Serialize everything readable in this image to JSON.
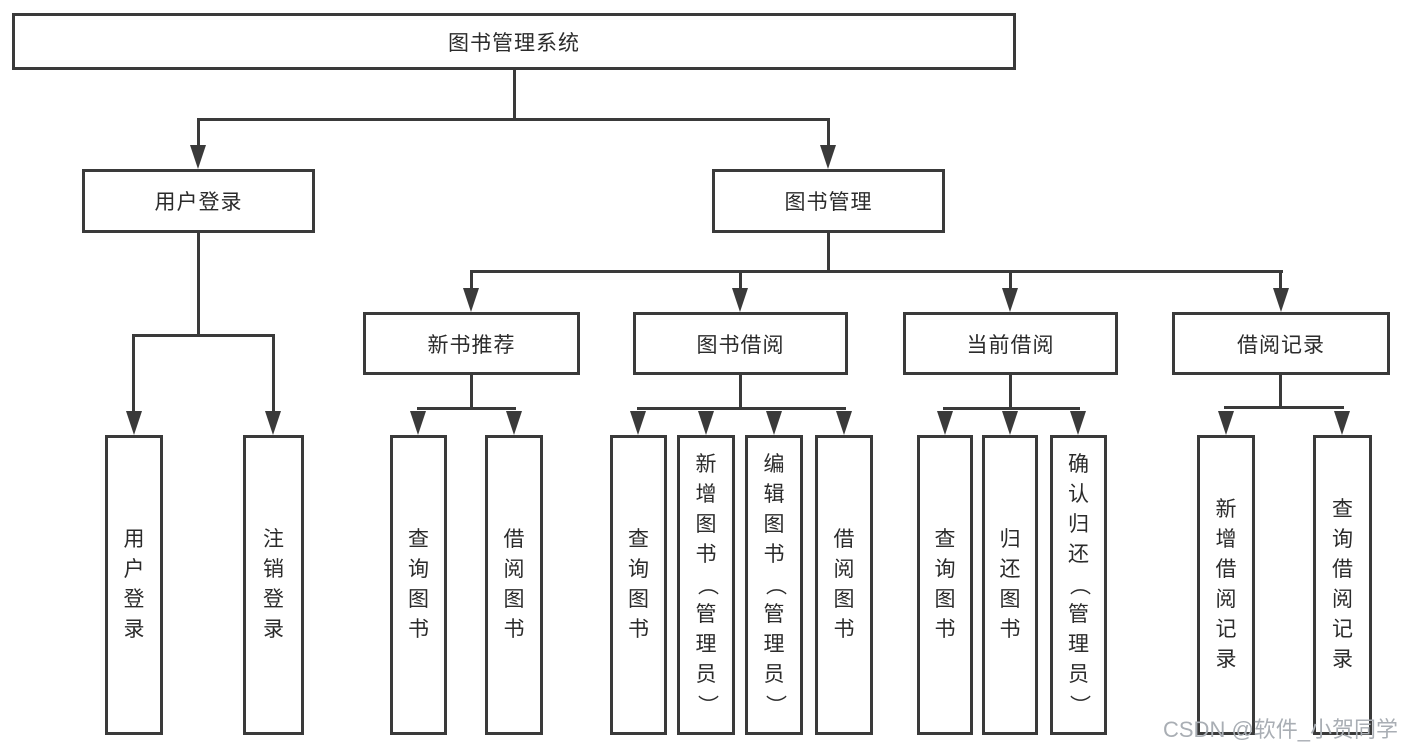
{
  "diagram": {
    "root": {
      "label": "图书管理系统"
    },
    "level2": {
      "user_login": {
        "label": "用户登录"
      },
      "book_mgmt": {
        "label": "图书管理"
      }
    },
    "level3": {
      "new_books": {
        "label": "新书推荐"
      },
      "book_borrow": {
        "label": "图书借阅"
      },
      "current_borrow": {
        "label": "当前借阅"
      },
      "borrow_records": {
        "label": "借阅记录"
      }
    },
    "leaves": {
      "user_login": {
        "label": "用户登录"
      },
      "logout": {
        "label": "注销登录"
      },
      "nb_query_books": {
        "label": "查询图书"
      },
      "nb_borrow_books": {
        "label": "借阅图书"
      },
      "bb_query_books": {
        "label": "查询图书"
      },
      "bb_add_books": {
        "label": "新增图书（管理员）"
      },
      "bb_edit_books": {
        "label": "编辑图书（管理员）"
      },
      "bb_borrow_books": {
        "label": "借阅图书"
      },
      "cb_query_books": {
        "label": "查询图书"
      },
      "cb_return_books": {
        "label": "归还图书"
      },
      "cb_confirm_return": {
        "label": "确认归还（管理员）"
      },
      "br_add_record": {
        "label": "新增借阅记录"
      },
      "br_query_record": {
        "label": "查询借阅记录"
      }
    }
  },
  "watermark": {
    "text": "CSDN @软件_小贺同学"
  },
  "colors": {
    "line": "#3a3a3a",
    "text": "#2b2b2b",
    "watermark": "#a9aeb4",
    "background": "#ffffff"
  }
}
